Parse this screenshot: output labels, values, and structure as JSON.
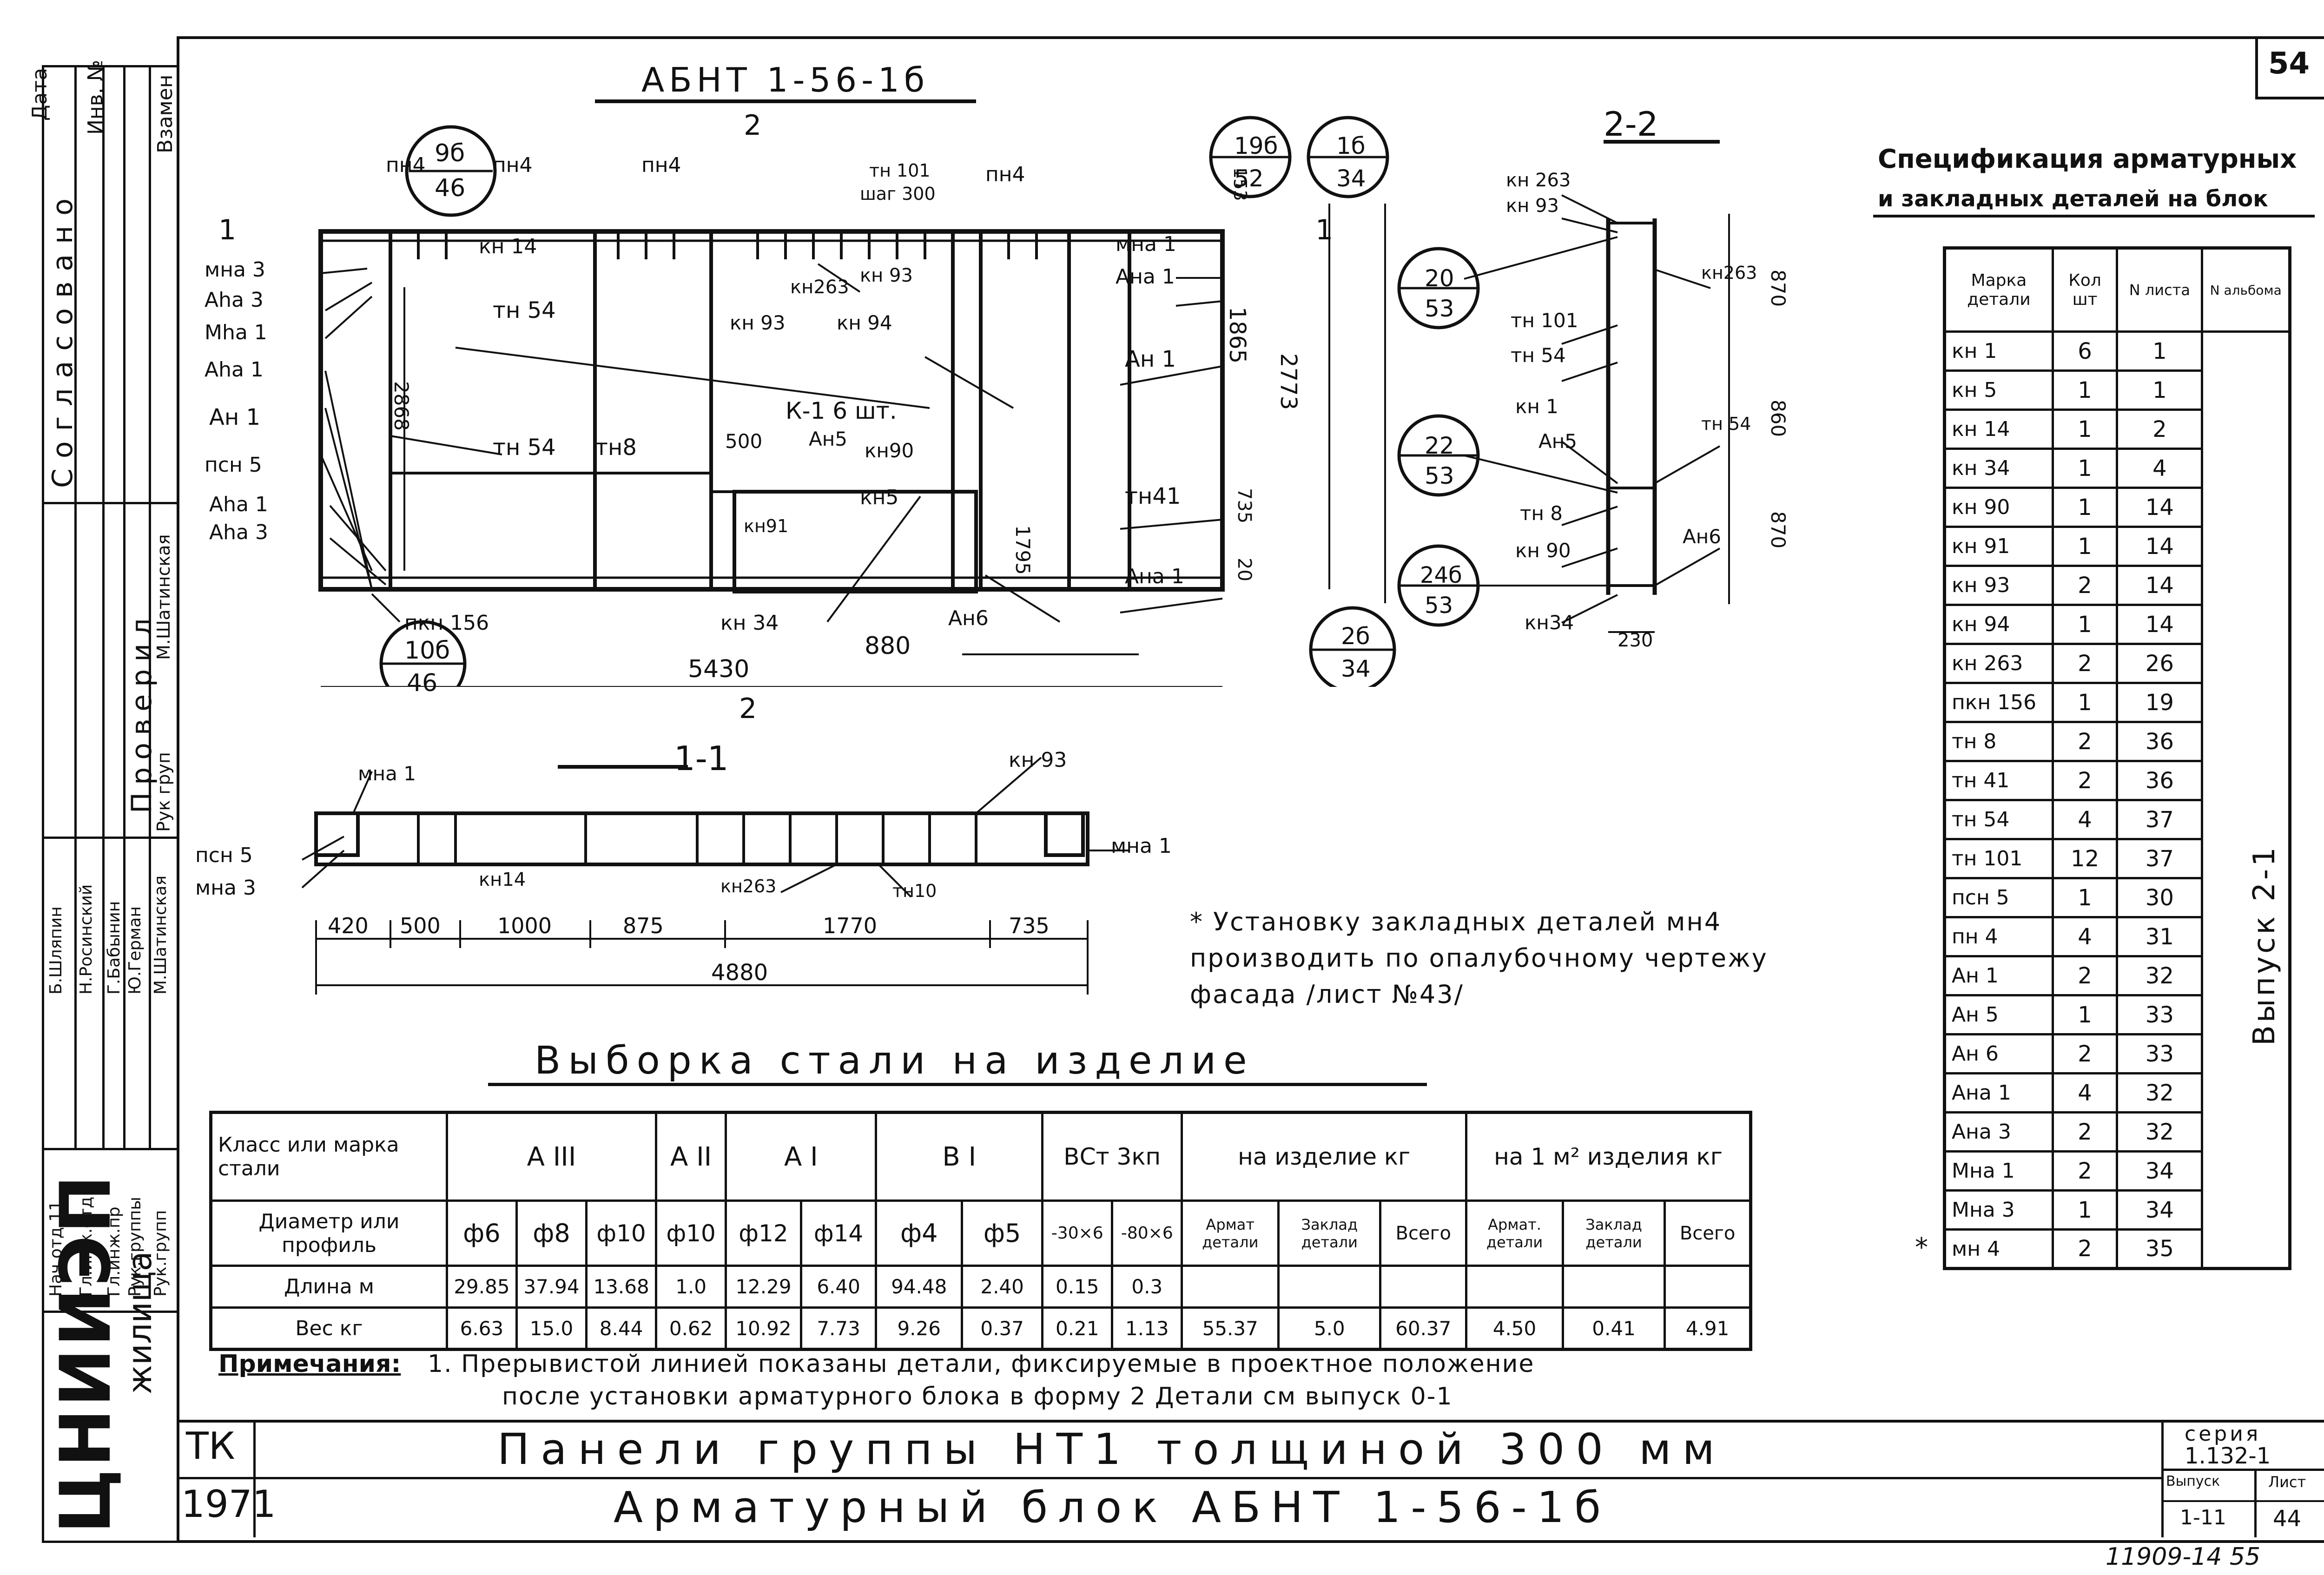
{
  "sheet_number": "54",
  "bottom_number": "11909-14  55",
  "main_drawing": {
    "title": "АБНТ 1-56-1б",
    "labels": [
      {
        "text": "пн4"
      },
      {
        "text": "пн4"
      },
      {
        "text": "пн4"
      },
      {
        "text": "пн4"
      },
      {
        "text": "тн 101"
      },
      {
        "text": "шаг 300"
      },
      {
        "text": "кн 14"
      },
      {
        "text": "мна 3"
      },
      {
        "text": "Аhа 3"
      },
      {
        "text": "Мhа 1"
      },
      {
        "text": "Аhа 1"
      },
      {
        "text": "Ан 1"
      },
      {
        "text": "псн 5"
      },
      {
        "text": "Аhа 1"
      },
      {
        "text": "Аhа 3"
      },
      {
        "text": "пкн 156"
      },
      {
        "text": "тн 54"
      },
      {
        "text": "тн 54"
      },
      {
        "text": "тн8"
      },
      {
        "text": "кн263"
      },
      {
        "text": "кн 93"
      },
      {
        "text": "кн 93"
      },
      {
        "text": "кн 94"
      },
      {
        "text": "К-1  6 шт."
      },
      {
        "text": "500"
      },
      {
        "text": "Ан5"
      },
      {
        "text": "кн90"
      },
      {
        "text": "кн5"
      },
      {
        "text": "кн91"
      },
      {
        "text": "кн 34"
      },
      {
        "text": "Ан6"
      },
      {
        "text": "мна 1"
      },
      {
        "text": "Ана 1"
      },
      {
        "text": "Ан 1"
      },
      {
        "text": "тн41"
      },
      {
        "text": "Ана 1"
      },
      {
        "text": "2868"
      },
      {
        "text": "1865"
      },
      {
        "text": "2773"
      },
      {
        "text": "153"
      },
      {
        "text": "735"
      },
      {
        "text": "20"
      },
      {
        "text": "1795"
      },
      {
        "text": "5430"
      },
      {
        "text": "880"
      }
    ],
    "circles": [
      {
        "top": "9б",
        "bottom": "46"
      },
      {
        "top": "19б",
        "bottom": "52"
      },
      {
        "top": "1б",
        "bottom": "34"
      },
      {
        "top": "10б",
        "bottom": "46"
      },
      {
        "top": "2б",
        "bottom": "34"
      }
    ],
    "section_marks": [
      "1",
      "1",
      "2",
      "2"
    ]
  },
  "section_2_2": {
    "title": "2-2",
    "labels": [
      {
        "text": "кн 263"
      },
      {
        "text": "кн 93"
      },
      {
        "text": "кн263"
      },
      {
        "text": "тн 101"
      },
      {
        "text": "тн 54"
      },
      {
        "text": "кн 1"
      },
      {
        "text": "Ан5"
      },
      {
        "text": "тн 54"
      },
      {
        "text": "тн 8"
      },
      {
        "text": "кн 90"
      },
      {
        "text": "Ан6"
      },
      {
        "text": "кн34"
      },
      {
        "text": "870"
      },
      {
        "text": "860"
      },
      {
        "text": "870"
      },
      {
        "text": "230"
      }
    ],
    "circles": [
      {
        "top": "20",
        "bottom": "53"
      },
      {
        "top": "22",
        "bottom": "53"
      },
      {
        "top": "24б",
        "bottom": "53"
      }
    ]
  },
  "section_1_1": {
    "title": "1-1",
    "labels": [
      {
        "text": "мна 1"
      },
      {
        "text": "псн 5"
      },
      {
        "text": "мна 3"
      },
      {
        "text": "кн14"
      },
      {
        "text": "кн263"
      },
      {
        "text": "тн10"
      },
      {
        "text": "кн 93"
      },
      {
        "text": "мна 1"
      }
    ],
    "dims": [
      "420",
      "500",
      "1000",
      "875",
      "1770",
      "735",
      "4880"
    ]
  },
  "note_star": "* Установку закладных деталей мн4\nпроизводить по опалубочному чертежу\nфасада /лист №43/",
  "spec": {
    "title_line1": "Спецификация арматурных",
    "title_line2": "и закладных деталей на блок",
    "headers": [
      "Марка детали",
      "Кол шт",
      "N листа",
      "N альбома"
    ],
    "album": "Выпуск 2-1",
    "rows": [
      {
        "mark": "кн 1",
        "qty": "6",
        "sheet": "1"
      },
      {
        "mark": "кн 5",
        "qty": "1",
        "sheet": "1"
      },
      {
        "mark": "кн 14",
        "qty": "1",
        "sheet": "2"
      },
      {
        "mark": "кн 34",
        "qty": "1",
        "sheet": "4"
      },
      {
        "mark": "кн 90",
        "qty": "1",
        "sheet": "14"
      },
      {
        "mark": "кн 91",
        "qty": "1",
        "sheet": "14"
      },
      {
        "mark": "кн 93",
        "qty": "2",
        "sheet": "14"
      },
      {
        "mark": "кн 94",
        "qty": "1",
        "sheet": "14"
      },
      {
        "mark": "кн 263",
        "qty": "2",
        "sheet": "26"
      },
      {
        "mark": "пкн 156",
        "qty": "1",
        "sheet": "19"
      },
      {
        "mark": "тн 8",
        "qty": "2",
        "sheet": "36"
      },
      {
        "mark": "тн 41",
        "qty": "2",
        "sheet": "36"
      },
      {
        "mark": "тн 54",
        "qty": "4",
        "sheet": "37"
      },
      {
        "mark": "тн 101",
        "qty": "12",
        "sheet": "37"
      },
      {
        "mark": "псн 5",
        "qty": "1",
        "sheet": "30"
      },
      {
        "mark": "пн 4",
        "qty": "4",
        "sheet": "31"
      },
      {
        "mark": "Ан 1",
        "qty": "2",
        "sheet": "32"
      },
      {
        "mark": "Ан 5",
        "qty": "1",
        "sheet": "33"
      },
      {
        "mark": "Ан 6",
        "qty": "2",
        "sheet": "33"
      },
      {
        "mark": "Ана 1",
        "qty": "4",
        "sheet": "32"
      },
      {
        "mark": "Ана 3",
        "qty": "2",
        "sheet": "32"
      },
      {
        "mark": "Мна 1",
        "qty": "2",
        "sheet": "34"
      },
      {
        "mark": "Мна 3",
        "qty": "1",
        "sheet": "34"
      },
      {
        "mark": "мн 4",
        "qty": "2",
        "sheet": "35",
        "star": "*"
      }
    ]
  },
  "steel": {
    "title": "Выборка стали на изделие",
    "h_class": "Класс или марка стали",
    "h_profile": "Диаметр или профиль",
    "h_length": "Длина м",
    "h_weight": "Вес кг",
    "classes": [
      "А III",
      "А II",
      "А I",
      "В I",
      "ВСт 3кп"
    ],
    "per_item": "на изделие кг",
    "per_m2": "на 1 м² изделия кг",
    "sub": [
      "Армат детали",
      "Заклад детали",
      "Всего",
      "Армат. детали",
      "Заклад детали",
      "Всего"
    ],
    "profiles": [
      "ф6",
      "ф8",
      "ф10",
      "ф10",
      "ф12",
      "ф14",
      "ф4",
      "ф5",
      "-30×6",
      "-80×6"
    ],
    "lengths": [
      "29.85",
      "37.94",
      "13.68",
      "1.0",
      "12.29",
      "6.40",
      "94.48",
      "2.40",
      "0.15",
      "0.3"
    ],
    "weights": [
      "6.63",
      "15.0",
      "8.44",
      "0.62",
      "10.92",
      "7.73",
      "9.26",
      "0.37",
      "0.21",
      "1.13",
      "55.37",
      "5.0",
      "60.37",
      "4.50",
      "0.41",
      "4.91"
    ]
  },
  "notes_label": "Примечания:",
  "note_1a": "1. Прерывистой линией показаны детали, фиксируемые в проектное положение",
  "note_1b": "после установки арматурного блока в форму 2 Детали см выпуск 0-1",
  "title_block": {
    "tk": "ТК",
    "year": "1971",
    "title_main": "Панели группы НТ1 толщиной 300 мм",
    "title_sub": "Арматурный блок АБНТ 1-56-1б",
    "org": "ЦНИИЭП",
    "org2": "жилища",
    "seria_label": "серия",
    "seria": "1.132-1",
    "vyp_label": "Выпуск",
    "vyp": "1-11",
    "list_label": "Лист",
    "list": "44"
  },
  "stamp": {
    "top_col": [
      "Дата",
      "Инв. №",
      "Взамен"
    ],
    "soglasovano": "Согласовано",
    "provereno": "Проверил",
    "rows": [
      {
        "role": "Нач.отд.11",
        "name": "Б.Шляпин"
      },
      {
        "role": "Гл.инж.отд",
        "name": "Н.Росинский"
      },
      {
        "role": "Гл.инж.пр",
        "name": "Г.Бабынин"
      },
      {
        "role": "Рук.группы",
        "name": "Ю.Герман"
      },
      {
        "role": "Рук.групп",
        "name": "М.Шатинская"
      }
    ],
    "prov_row": {
      "role": "Рук груп",
      "name": "М.Шатинская"
    }
  }
}
